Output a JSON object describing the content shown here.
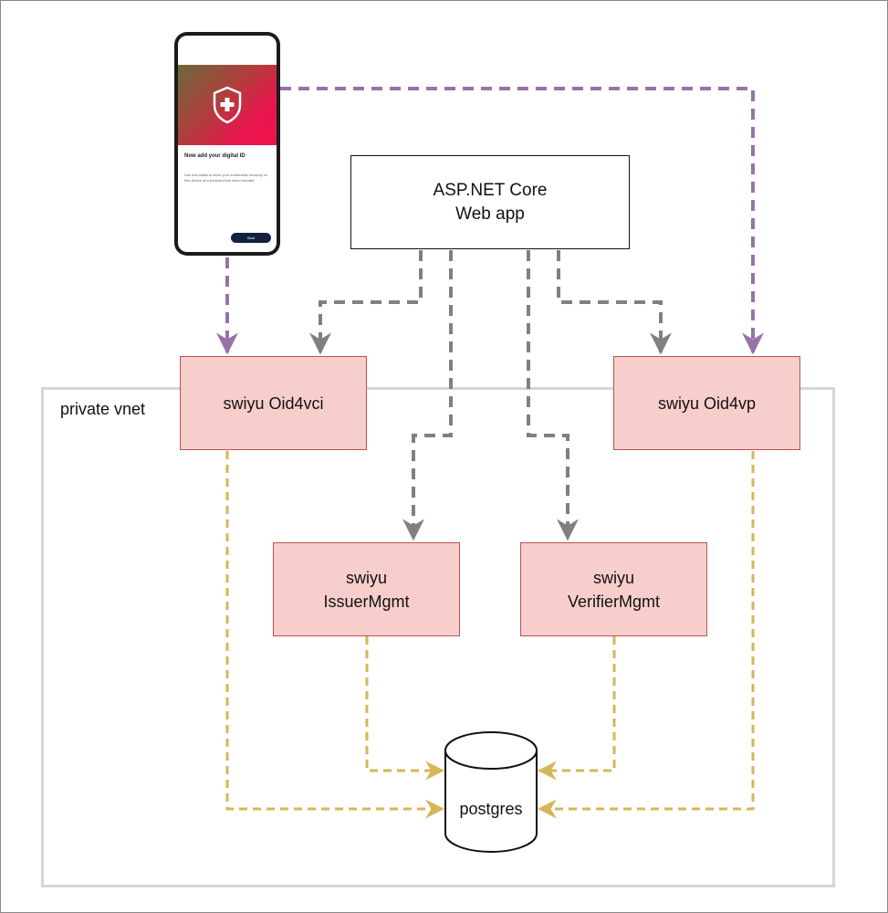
{
  "vnet_label": "private vnet",
  "nodes": {
    "webapp": "ASP.NET Core\nWeb app",
    "oid4vci": "swiyu Oid4vci",
    "oid4vp": "swiyu Oid4vp",
    "issuer": "swiyu\nIssuerMgmt",
    "verifier": "swiyu\nVerifierMgmt",
    "postgres": "postgres"
  },
  "phone": {
    "title": "Now add your digital ID",
    "body": "Use this wallet to store your credentials securely on this device and present them when needed.",
    "button": "Start"
  },
  "colors": {
    "service_fill": "#f8cecc",
    "service_border": "#b85450",
    "wallet_edge": "#9673a6",
    "app_edge": "#808080",
    "db_edge": "#d6b656"
  },
  "edges": [
    {
      "from": "phone",
      "to": "oid4vci",
      "style": "purple"
    },
    {
      "from": "phone",
      "to": "oid4vp",
      "style": "purple"
    },
    {
      "from": "webapp",
      "to": "oid4vci",
      "style": "gray"
    },
    {
      "from": "webapp",
      "to": "issuer",
      "style": "gray"
    },
    {
      "from": "webapp",
      "to": "verifier",
      "style": "gray"
    },
    {
      "from": "webapp",
      "to": "oid4vp",
      "style": "gray"
    },
    {
      "from": "oid4vci",
      "to": "postgres",
      "style": "gold"
    },
    {
      "from": "issuer",
      "to": "postgres",
      "style": "gold"
    },
    {
      "from": "verifier",
      "to": "postgres",
      "style": "gold"
    },
    {
      "from": "oid4vp",
      "to": "postgres",
      "style": "gold"
    }
  ]
}
